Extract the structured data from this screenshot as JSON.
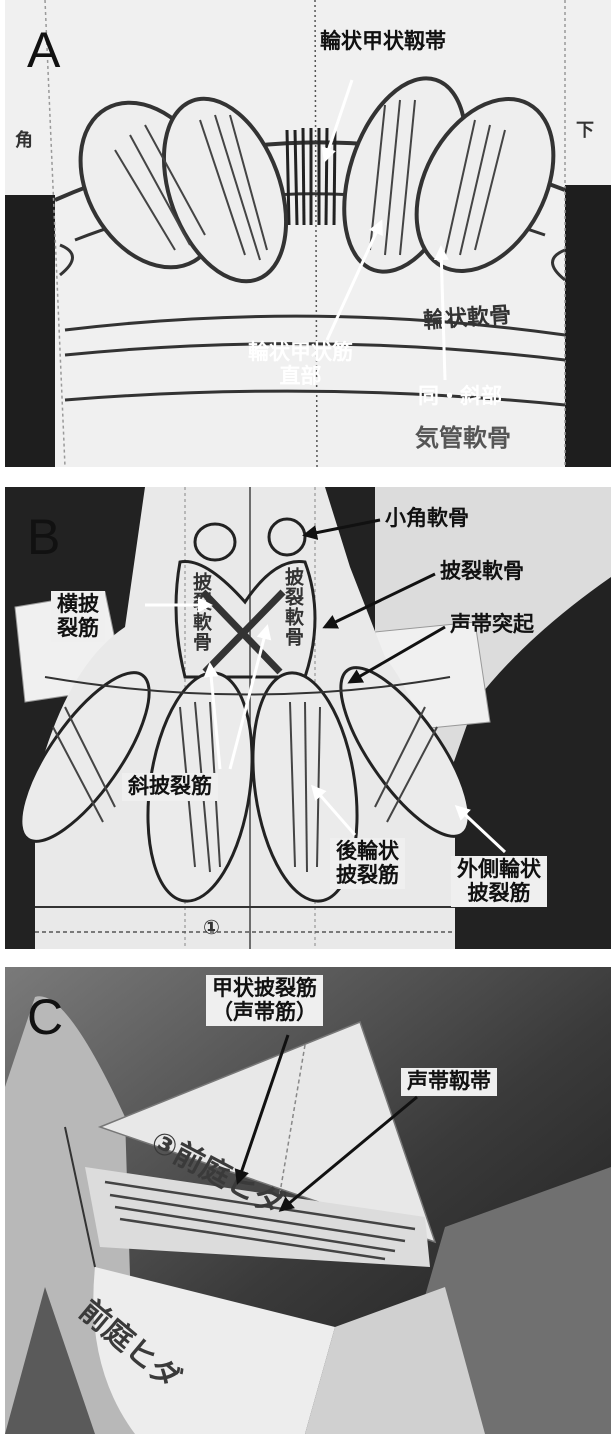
{
  "panels": {
    "a": {
      "letter": "A",
      "labels": {
        "cricothyroid_ligament": "輪状甲状靱帯",
        "cricothyroid_straight_line1": "輪状甲状筋",
        "cricothyroid_straight_line2": "直部",
        "oblique_part": "同・斜部"
      },
      "printed": {
        "cricoid_cartilage": "輪状軟骨",
        "tracheal_cartilage": "気管軟骨",
        "left_edge": "角",
        "right_edge": "下"
      }
    },
    "b": {
      "letter": "B",
      "labels": {
        "corniculate": "小角軟骨",
        "arytenoid": "披裂軟骨",
        "vocal_process": "声帯突起",
        "transverse_line1": "横披",
        "transverse_line2": "裂筋",
        "oblique_arytenoid": "斜披裂筋",
        "posterior_line1": "後輪状",
        "posterior_line2": "披裂筋",
        "lateral_line1": "外側輪状",
        "lateral_line2": "披裂筋"
      },
      "printed": {
        "arytenoid_left": "披裂軟骨",
        "arytenoid_right": "披裂軟骨",
        "number": "①"
      }
    },
    "c": {
      "letter": "C",
      "labels": {
        "thyroarytenoid_line1": "甲状披裂筋",
        "thyroarytenoid_line2": "（声帯筋）",
        "vocal_ligament": "声帯靱帯"
      },
      "printed": {
        "upper_fold": "③前庭ヒダ",
        "lower_fold": "前庭ヒダ"
      }
    }
  },
  "colors": {
    "paper": "#e6e6e6",
    "background": "#1b1b1b",
    "ink": "#2a2a2a",
    "label_box": "#efefef"
  }
}
